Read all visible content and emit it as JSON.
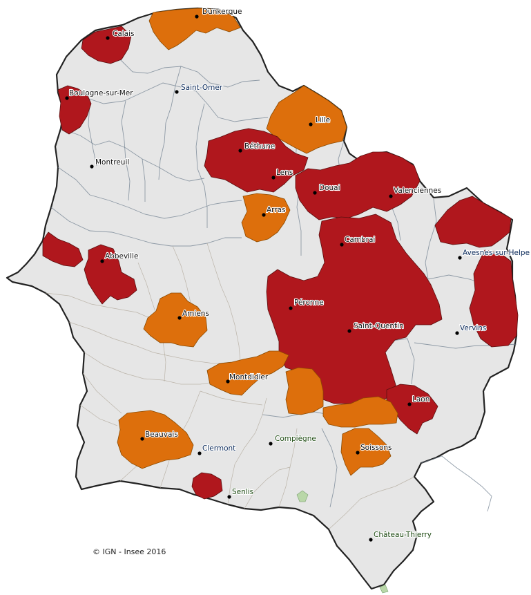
{
  "credit": "© IGN - Insee 2016",
  "colors": {
    "background": "#ffffff",
    "base": "#e6e6e6",
    "red": "#b0171d",
    "orange": "#dd6f0c"
  },
  "cities": [
    {
      "id": "dunkerque",
      "label": "Dunkerque",
      "tone": "black"
    },
    {
      "id": "calais",
      "label": "Calais",
      "tone": "black"
    },
    {
      "id": "boulogne",
      "label": "Boulogne-sur-Mer",
      "tone": "black"
    },
    {
      "id": "saint-omer",
      "label": "Saint-Omer",
      "tone": "blue"
    },
    {
      "id": "lille",
      "label": "Lille",
      "tone": "black"
    },
    {
      "id": "bethune",
      "label": "Béthune",
      "tone": "black"
    },
    {
      "id": "montreuil",
      "label": "Montreuil",
      "tone": "black"
    },
    {
      "id": "lens",
      "label": "Lens",
      "tone": "black"
    },
    {
      "id": "douai",
      "label": "Douai",
      "tone": "black"
    },
    {
      "id": "valenciennes",
      "label": "Valenciennes",
      "tone": "black"
    },
    {
      "id": "arras",
      "label": "Arras",
      "tone": "black"
    },
    {
      "id": "cambrai",
      "label": "Cambrai",
      "tone": "black"
    },
    {
      "id": "avesnes",
      "label": "Avesnes-sur-Helpe",
      "tone": "blue"
    },
    {
      "id": "abbeville",
      "label": "Abbeville",
      "tone": "black"
    },
    {
      "id": "peronne",
      "label": "Péronne",
      "tone": "black"
    },
    {
      "id": "amiens",
      "label": "Amiens",
      "tone": "black"
    },
    {
      "id": "saint-quentin",
      "label": "Saint-Quentin",
      "tone": "black"
    },
    {
      "id": "vervins",
      "label": "Vervins",
      "tone": "blue"
    },
    {
      "id": "montdidier",
      "label": "Montdidier",
      "tone": "black"
    },
    {
      "id": "laon",
      "label": "Laon",
      "tone": "black"
    },
    {
      "id": "beauvais",
      "label": "Beauvais",
      "tone": "black"
    },
    {
      "id": "clermont",
      "label": "Clermont",
      "tone": "blue"
    },
    {
      "id": "compiegne",
      "label": "Compiègne",
      "tone": "green"
    },
    {
      "id": "soissons",
      "label": "Soissons",
      "tone": "black"
    },
    {
      "id": "senlis",
      "label": "Senlis",
      "tone": "green"
    },
    {
      "id": "chateau-thierry",
      "label": "Château-Thierry",
      "tone": "green"
    }
  ],
  "zones": [
    {
      "id": "calais",
      "category": "red"
    },
    {
      "id": "boulogne",
      "category": "red"
    },
    {
      "id": "dunkerque",
      "category": "orange"
    },
    {
      "id": "lille",
      "category": "orange"
    },
    {
      "id": "bethune-lens",
      "category": "red"
    },
    {
      "id": "douai-valenciennes",
      "category": "red"
    },
    {
      "id": "arras",
      "category": "orange"
    },
    {
      "id": "cambrai-peronne-saint-quentin",
      "category": "red"
    },
    {
      "id": "avesnes",
      "category": "red"
    },
    {
      "id": "vervins",
      "category": "red"
    },
    {
      "id": "abbeville",
      "category": "red"
    },
    {
      "id": "abbeville-coast",
      "category": "red"
    },
    {
      "id": "amiens",
      "category": "orange"
    },
    {
      "id": "montdidier",
      "category": "orange"
    },
    {
      "id": "compiegne-east",
      "category": "orange"
    },
    {
      "id": "laon",
      "category": "red"
    },
    {
      "id": "soissons-north",
      "category": "orange"
    },
    {
      "id": "soissons",
      "category": "orange"
    },
    {
      "id": "beauvais",
      "category": "orange"
    },
    {
      "id": "senlis-west",
      "category": "red"
    }
  ]
}
